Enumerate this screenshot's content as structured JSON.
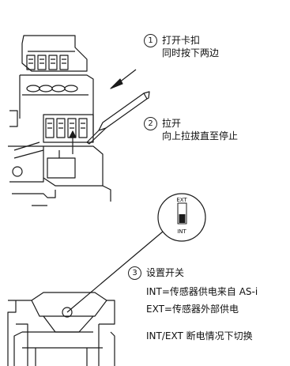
{
  "steps": [
    {
      "number": "1",
      "title": "打开卡扣",
      "detail": "同时按下两边"
    },
    {
      "number": "2",
      "title": "拉开",
      "detail": "向上拉拔直至停止"
    },
    {
      "number": "3",
      "title": "设置开关",
      "lines": [
        "INT=传感器供电来自 AS-i",
        "EXT=传感器外部供电"
      ],
      "note": "INT/EXT 断电情况下切换"
    }
  ],
  "switch": {
    "top_label": "EXT",
    "bottom_label": "INT"
  },
  "colors": {
    "line": "#1a1a1a",
    "background": "#ffffff"
  }
}
